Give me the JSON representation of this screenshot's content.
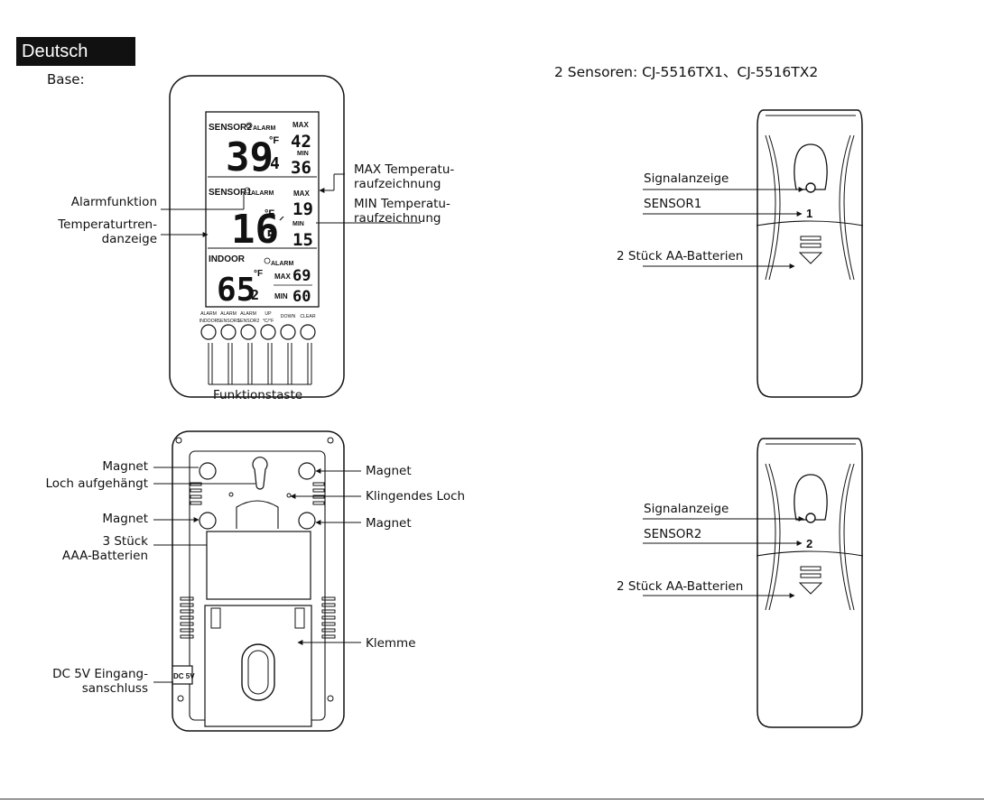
{
  "language_badge": "Deutsch",
  "base_heading": "Base:",
  "sensors_heading": "2 Sensoren: CJ-5516TX1、CJ-5516TX2",
  "base_display": {
    "sensor2": {
      "label": "SENSOR2",
      "alarm": "ALARM",
      "temp_main": "39",
      "temp_dec": "4",
      "unit": "°F",
      "max_label": "MAX",
      "max_value": "42",
      "min_label": "MIN",
      "min_value": "36"
    },
    "sensor1": {
      "label": "SENSOR1",
      "alarm": "ALARM",
      "temp_main": "16",
      "temp_dec": "5",
      "unit": "°F",
      "max_label": "MAX",
      "max_value": "19",
      "min_label": "MIN",
      "min_value": "15"
    },
    "indoor": {
      "label": "INDOOR",
      "alarm": "ALARM",
      "temp_main": "65",
      "temp_dec": "2",
      "unit": "°F",
      "max_label": "MAX",
      "max_value": "69",
      "min_label": "MIN",
      "min_value": "60"
    }
  },
  "buttons": [
    {
      "top": "ALARM",
      "bottom": "INDOOR"
    },
    {
      "top": "ALARM",
      "bottom": "SENSOR1"
    },
    {
      "top": "ALARM",
      "bottom": "SENSOR2"
    },
    {
      "top": "UP",
      "bottom": "°C/°F"
    },
    {
      "top": "",
      "bottom": "DOWN"
    },
    {
      "top": "",
      "bottom": "CLEAR"
    }
  ],
  "front_labels": {
    "max_record": "MAX Temperatu-\nraufzeichnung",
    "min_record": "MIN Temperatu-\nraufzeichnung",
    "alarm_function": "Alarmfunktion",
    "trend_display": "Temperaturtren-\ndanzeige",
    "function_keys": "Funktionstaste"
  },
  "back_labels": {
    "magnet_tl": "Magnet",
    "hanging_hole": "Loch aufgehängt",
    "magnet_bl": "Magnet",
    "batteries": "3 Stück\nAAA-Batterien",
    "dc_input": "DC 5V Eingang-\nsanschluss",
    "magnet_tr": "Magnet",
    "sound_hole": "Klingendes Loch",
    "magnet_br": "Magnet",
    "clamp": "Klemme",
    "dc_jack": "DC 5V"
  },
  "sensor1_labels": {
    "signal": "Signalanzeige",
    "channel": "SENSOR1",
    "battery": "2 Stück AA-Batterien",
    "number": "1"
  },
  "sensor2_labels": {
    "signal": "Signalanzeige",
    "channel": "SENSOR2",
    "battery": "2 Stück AA-Batterien",
    "number": "2"
  }
}
